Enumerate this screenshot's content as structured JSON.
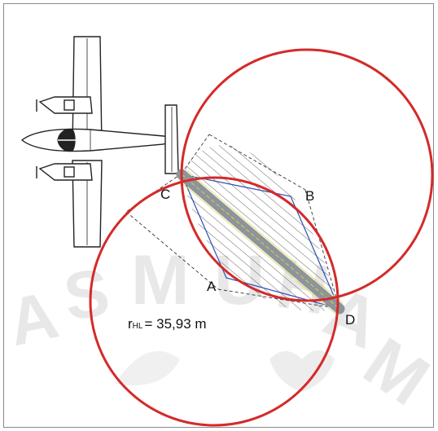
{
  "points": {
    "A": "A",
    "B": "B",
    "C": "C",
    "D": "D"
  },
  "radius_label": {
    "prefix": "r",
    "subscript": "HL",
    "value": "= 35,93 m"
  },
  "watermark": [
    "A",
    "S",
    "M",
    "U",
    "H",
    "A",
    "M"
  ],
  "colors": {
    "circle": "#d42a2a",
    "hatch": "#555555",
    "diamond": "#2a4fb5",
    "wing_fill": "#8e949c",
    "wing_line": "#d9d23a",
    "outline": "#222222",
    "frame": "#8a8a8a",
    "watermark": "#e6e6e6"
  }
}
